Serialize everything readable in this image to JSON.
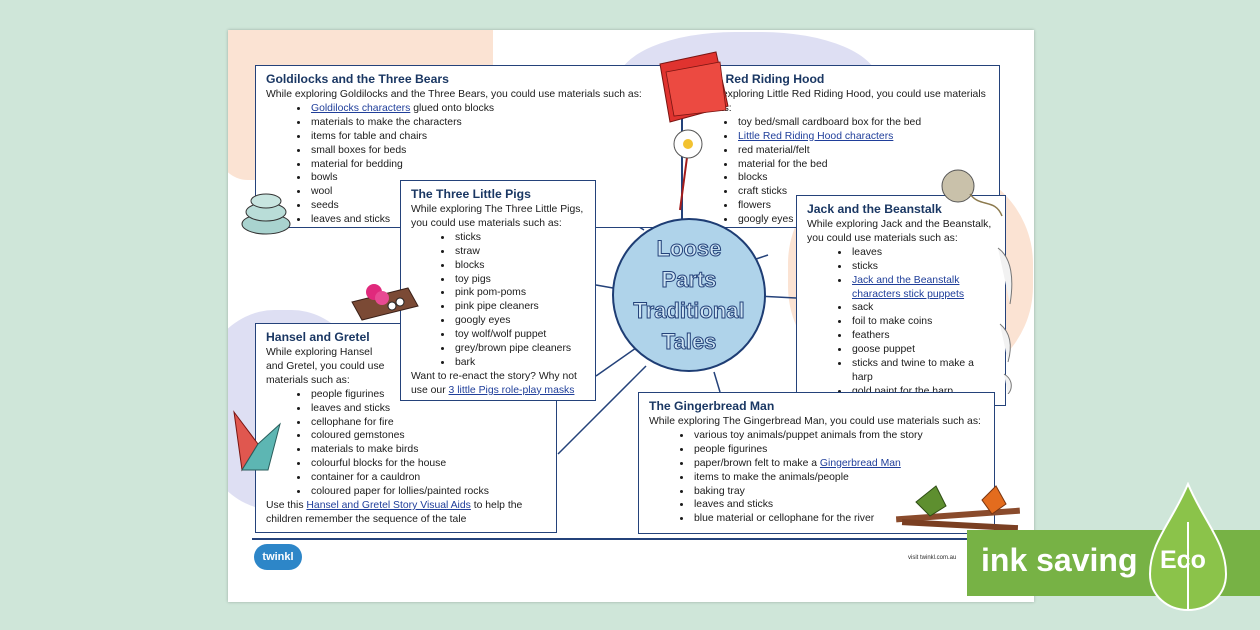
{
  "sheet": {
    "center_title": "Loose Parts Traditional Tales",
    "logo_text": "twinkl",
    "visit_text": "visit twinkl.com.au",
    "colors": {
      "navy": "#24427a",
      "circle": "#afd3ea",
      "peach": "#fbe3d3",
      "lavender": "#dedff3",
      "badge_green": "#77b245"
    }
  },
  "goldilocks": {
    "title": "Goldilocks and the Three Bears",
    "intro": "While exploring Goldilocks and the Three Bears, you could use materials such as:",
    "link_item": "Goldilocks characters",
    "link_suffix": " glued onto blocks",
    "items": [
      "materials to make the characters",
      "items for table and chairs",
      "small boxes for beds",
      "material for bedding",
      "bowls",
      "wool",
      "seeds",
      "leaves and sticks"
    ]
  },
  "red_riding_hood": {
    "title": "Little Red Riding Hood",
    "intro": "While exploring Little Red Riding Hood, you could use materials such as:",
    "item_first": "toy bed/small cardboard box for the bed",
    "link_item": "Little Red Riding Hood characters",
    "items": [
      "red material/felt",
      "material for the bed",
      "blocks",
      "craft sticks",
      "flowers",
      "googly eyes"
    ]
  },
  "pigs": {
    "title": "The Three Little Pigs",
    "intro": "While exploring The Three Little Pigs, you could use materials such as:",
    "items": [
      "sticks",
      "straw",
      "blocks",
      "toy pigs",
      "pink pom-poms",
      "pink pipe cleaners",
      "googly eyes",
      "toy wolf/wolf puppet",
      "grey/brown pipe cleaners",
      "bark"
    ],
    "outro": "Want to re-enact the story? Why not use our ",
    "outro_link": "3 little Pigs role-play masks"
  },
  "beanstalk": {
    "title": "Jack and the Beanstalk",
    "intro": "While exploring Jack and the Beanstalk, you could use materials such as:",
    "items_a": [
      "leaves",
      "sticks"
    ],
    "link_item": "Jack and the Beanstalk characters stick puppets",
    "items_b": [
      "sack",
      "foil to make coins",
      "feathers",
      "goose puppet",
      "sticks and twine to make a harp",
      "gold paint for the harp"
    ]
  },
  "hansel": {
    "title": "Hansel and Gretel",
    "intro": "While exploring Hansel and Gretel, you could use materials such as:",
    "items": [
      "people figurines",
      "leaves and sticks",
      "cellophane for fire",
      "coloured gemstones",
      "materials to make birds",
      "colourful blocks for the house",
      "container for a cauldron",
      "coloured paper for lollies/painted rocks"
    ],
    "outro_pre": "Use this ",
    "outro_link": "Hansel and Gretel Story Visual Aids",
    "outro_post": " to help the children remember the sequence of the tale"
  },
  "gingerbread": {
    "title": "The Gingerbread Man",
    "intro": "While exploring The Gingerbread Man, you could use materials such as:",
    "items_a": [
      "various toy animals/puppet animals from the story",
      "people figurines"
    ],
    "link_pre": "paper/brown felt to make a ",
    "link_item": "Gingerbread Man",
    "items_b": [
      "items to make the animals/people",
      "baking tray",
      "leaves and sticks",
      "blue material or cellophane for the river"
    ]
  },
  "badge": {
    "text": "ink saving",
    "eco": "Eco"
  }
}
